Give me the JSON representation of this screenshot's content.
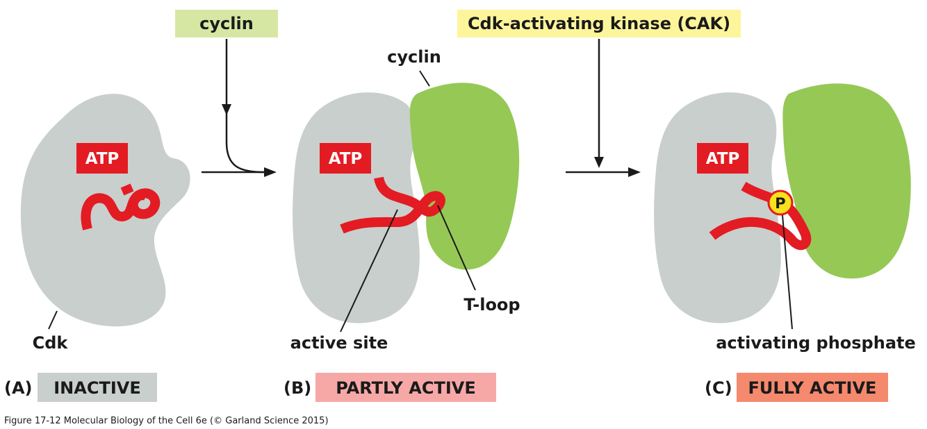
{
  "inputs": {
    "cyclin_box": "cyclin",
    "cak_box": "Cdk-activating kinase (CAK)"
  },
  "labels": {
    "cyclin": "cyclin",
    "cdk": "Cdk",
    "active_site": "active site",
    "t_loop": "T-loop",
    "activating_phosphate": "activating phosphate",
    "phosphate_symbol": "P",
    "atp": "ATP"
  },
  "panels": [
    {
      "letter": "(A)",
      "state": "INACTIVE"
    },
    {
      "letter": "(B)",
      "state": "PARTLY ACTIVE"
    },
    {
      "letter": "(C)",
      "state": "FULLY ACTIVE"
    }
  ],
  "caption": "Figure 17-12  Molecular Biology of the Cell 6e (© Garland Science 2015)",
  "colors": {
    "cdk_gray": "#c9cfcc",
    "cyclin_green": "#96c856",
    "loop_red": "#e31b23",
    "atp_red": "#e31b23",
    "cyclin_box": "#d6e7a4",
    "cak_box": "#fdf59b",
    "inactive_box": "#c9cfcc",
    "partly_box": "#f6a8a7",
    "fully_box": "#f5896e",
    "phosphate_yellow": "#f7e11b",
    "phosphate_ring": "#e31b23"
  }
}
